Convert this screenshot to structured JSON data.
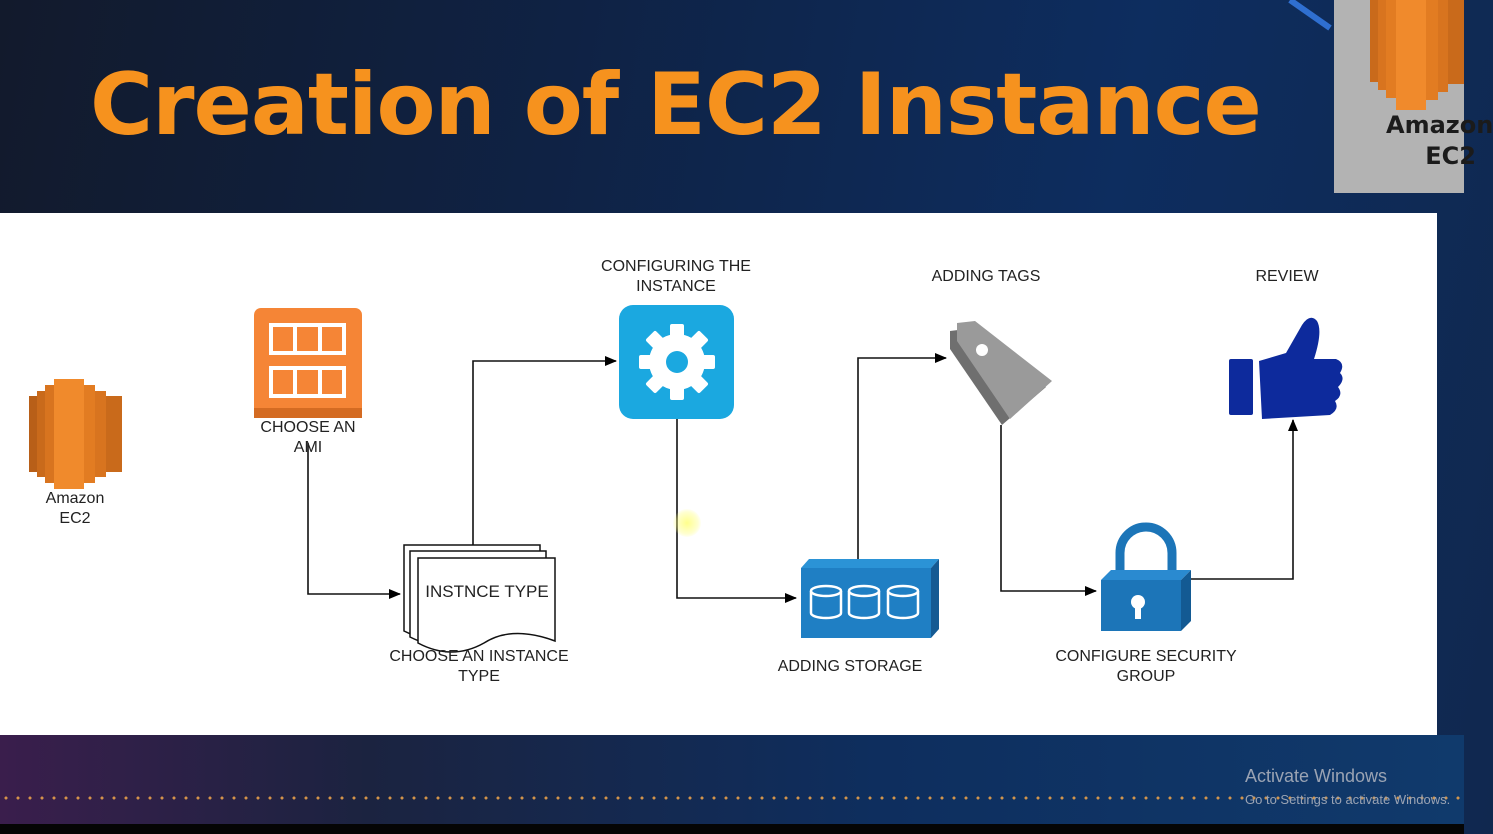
{
  "slide": {
    "title": "Creation of EC2 Instance",
    "accent_color": "#f6921e",
    "corner_logo": {
      "line1": "Amazon",
      "line2": "EC2",
      "icon": "amazon-ec2-logo"
    }
  },
  "diagram": {
    "start": {
      "line1": "Amazon",
      "line2": "EC2",
      "icon": "amazon-ec2-logo"
    },
    "steps": [
      {
        "id": "ami",
        "line1": "CHOOSE AN",
        "line2": "AMI",
        "icon": "ami-grid-icon",
        "color": "#f58536"
      },
      {
        "id": "instance_type",
        "line1": "CHOOSE AN INSTANCE",
        "line2": "TYPE",
        "icon": "document-stack-icon",
        "inner_text": "INSTNCE TYPE"
      },
      {
        "id": "configure",
        "line1": "CONFIGURING THE",
        "line2": "INSTANCE",
        "icon": "gear-icon",
        "color": "#1ba8e0"
      },
      {
        "id": "storage",
        "line1": "ADDING STORAGE",
        "icon": "storage-disks-icon",
        "color": "#1f7fc4"
      },
      {
        "id": "tags",
        "line1": "ADDING TAGS",
        "icon": "tag-icon",
        "color": "#8c8c8c"
      },
      {
        "id": "security",
        "line1": "CONFIGURE SECURITY",
        "line2": "GROUP",
        "icon": "padlock-icon",
        "color": "#1c75b8"
      },
      {
        "id": "review",
        "line1": "REVIEW",
        "icon": "thumbs-up-icon",
        "color": "#0d2a9c"
      }
    ]
  },
  "watermark": {
    "title": "Activate Windows",
    "subtitle": "Go to Settings to activate Windows."
  }
}
